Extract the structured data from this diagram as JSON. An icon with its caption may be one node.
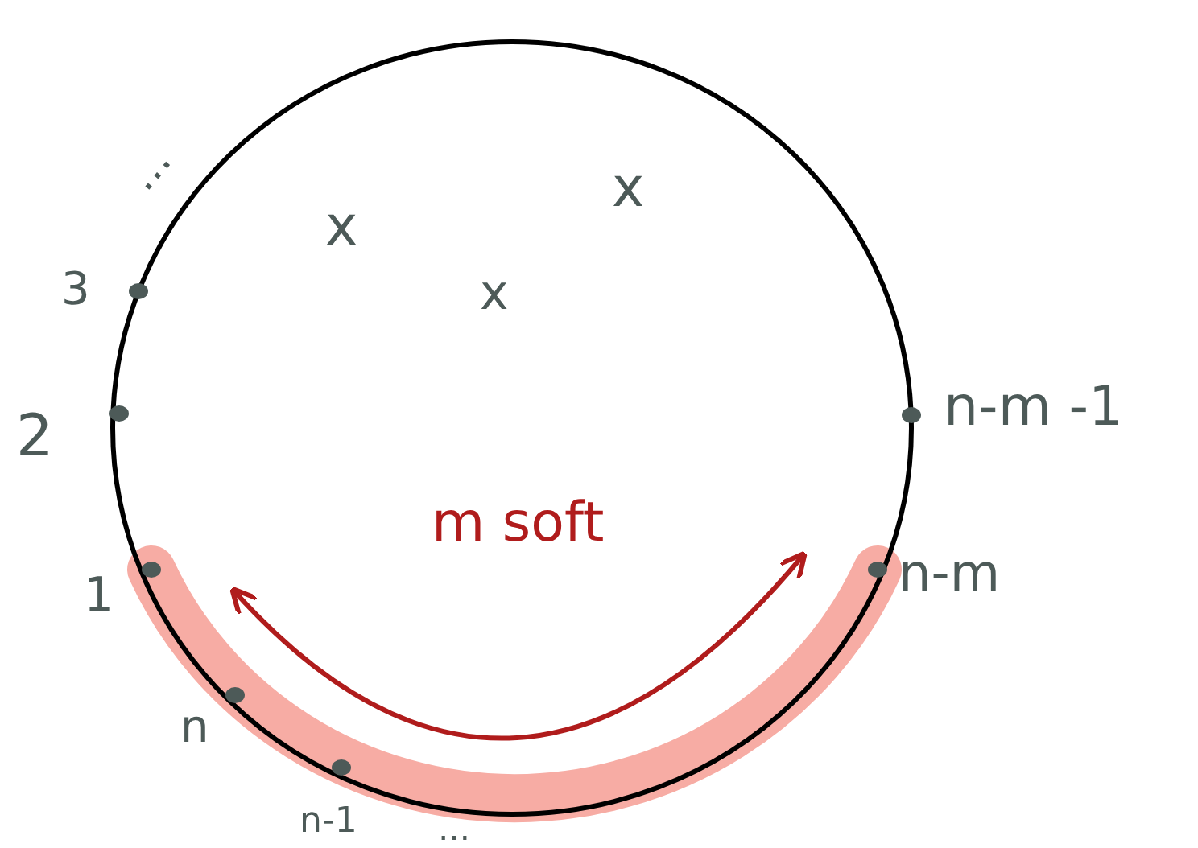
{
  "diagram": {
    "labels": [
      "…",
      "x",
      "x",
      "3",
      "x",
      "n-m -1",
      "2",
      "m soft",
      "n-m",
      "1",
      "n",
      "n-1",
      "…"
    ]
  }
}
